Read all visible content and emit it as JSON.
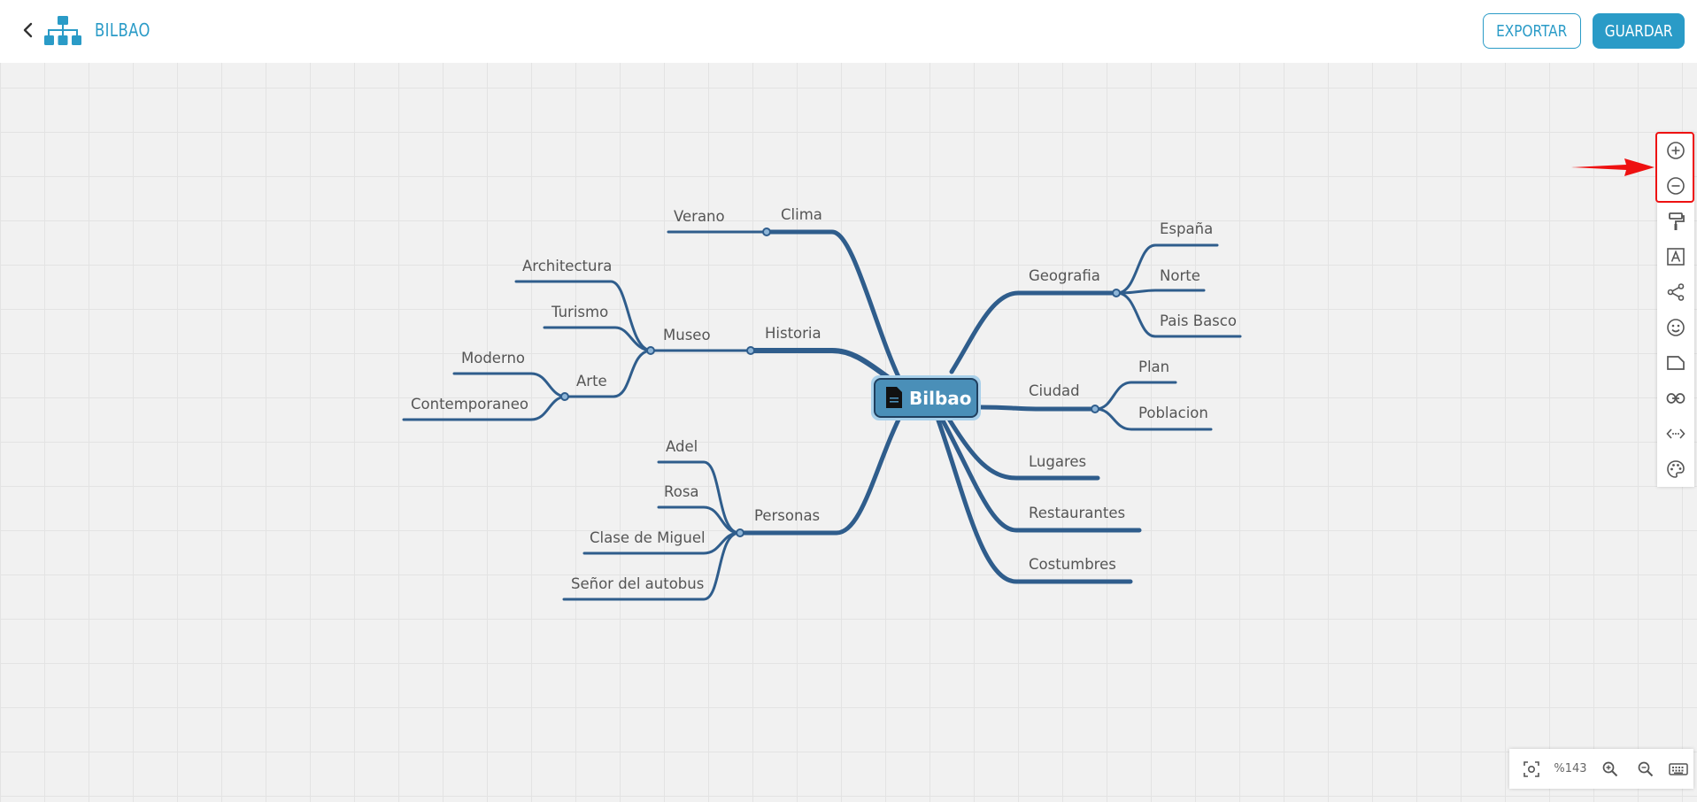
{
  "header": {
    "title": "BILBAO",
    "export_label": "EXPORTAR",
    "save_label": "GUARDAR",
    "accent_color": "#2a9bc7"
  },
  "mindmap": {
    "central": "Bilbao",
    "branches": {
      "clima": {
        "label": "Clima",
        "children": [
          "Verano"
        ]
      },
      "historia": {
        "label": "Historia",
        "museo": {
          "label": "Museo",
          "children": [
            "Architectura",
            "Turismo"
          ],
          "arte": {
            "label": "Arte",
            "children": [
              "Moderno",
              "Contemporaneo"
            ]
          }
        }
      },
      "personas": {
        "label": "Personas",
        "children": [
          "Adel",
          "Rosa",
          "Clase de Miguel",
          "Señor del autobus"
        ]
      },
      "geografia": {
        "label": "Geografia",
        "children": [
          "España",
          "Norte",
          "Pais Basco"
        ]
      },
      "ciudad": {
        "label": "Ciudad",
        "children": [
          "Plan",
          "Poblacion"
        ]
      },
      "lugares": {
        "label": "Lugares"
      },
      "restaurantes": {
        "label": "Restaurantes"
      },
      "costumbres": {
        "label": "Costumbres"
      }
    },
    "line_color": "#2f5d8c",
    "central_color": "#4a8fb8"
  },
  "toolbar": {
    "tools": [
      "zoom-in-icon",
      "zoom-out-icon",
      "format-paint-icon",
      "text-format-icon",
      "share-icon",
      "emoji-icon",
      "note-icon",
      "link-icon",
      "code-icon",
      "palette-icon"
    ]
  },
  "zoombar": {
    "zoom_level": "%143"
  },
  "annotation": {
    "color": "#ee1111"
  }
}
